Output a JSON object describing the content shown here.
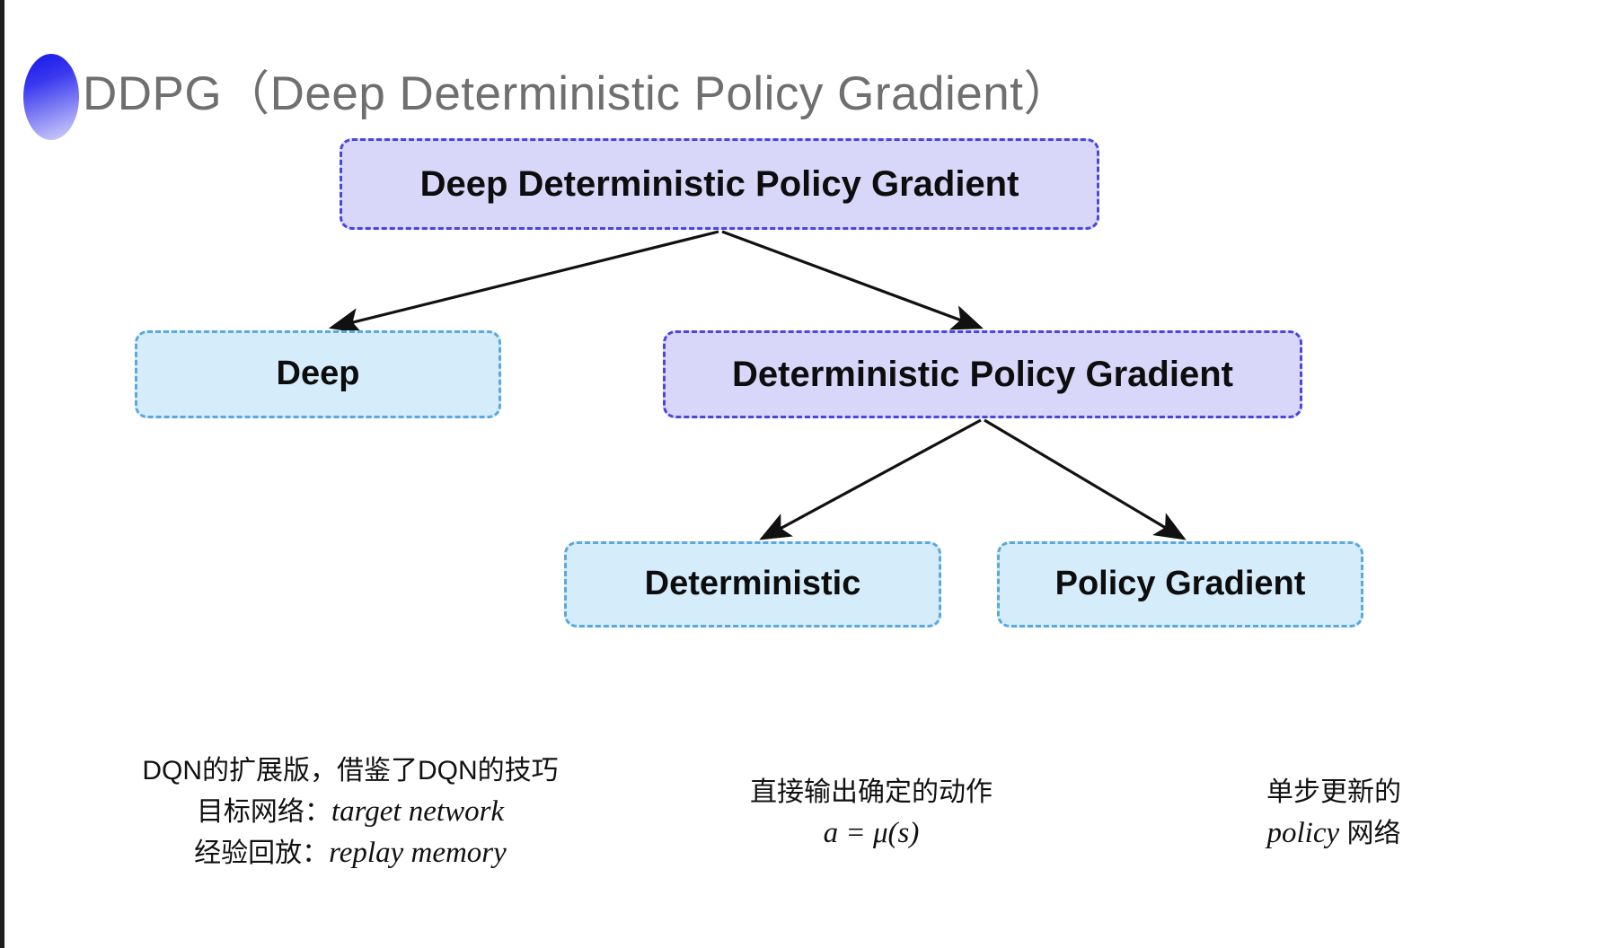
{
  "slide": {
    "title": "DDPG（Deep Deterministic Policy Gradient）",
    "background_color": "#ffffff",
    "bullet_icon": "gradient-circle-bullet"
  },
  "colors": {
    "purple_fill": "#d9d7f9",
    "purple_border": "#4b45e0",
    "blue_fill": "#d5ecfa",
    "blue_border": "#5aa8dd",
    "arrow": "#111111",
    "title_text": "#6f6f6f"
  },
  "diagram": {
    "nodes": [
      {
        "id": "root",
        "label": "Deep Deterministic Policy Gradient",
        "style": "purple"
      },
      {
        "id": "deep",
        "label": "Deep",
        "style": "blue"
      },
      {
        "id": "dpg",
        "label": "Deterministic Policy Gradient",
        "style": "purple"
      },
      {
        "id": "deterministic",
        "label": "Deterministic",
        "style": "blue"
      },
      {
        "id": "policy_gradient",
        "label": "Policy Gradient",
        "style": "blue"
      }
    ],
    "edges": [
      {
        "from": "root",
        "to": "deep"
      },
      {
        "from": "root",
        "to": "dpg"
      },
      {
        "from": "dpg",
        "to": "deterministic"
      },
      {
        "from": "dpg",
        "to": "policy_gradient"
      }
    ]
  },
  "annotations": {
    "deep": {
      "line1": "DQN的扩展版，借鉴了DQN的技巧",
      "line2_label": "目标网络：",
      "line2_term": "target network",
      "line3_label": "经验回放：",
      "line3_term": "replay memory"
    },
    "deterministic": {
      "line1": "直接输出确定的动作",
      "formula": "a = μ(s)"
    },
    "policy_gradient": {
      "line1": "单步更新的",
      "line2_term": "policy",
      "line2_suffix": " 网络"
    }
  }
}
